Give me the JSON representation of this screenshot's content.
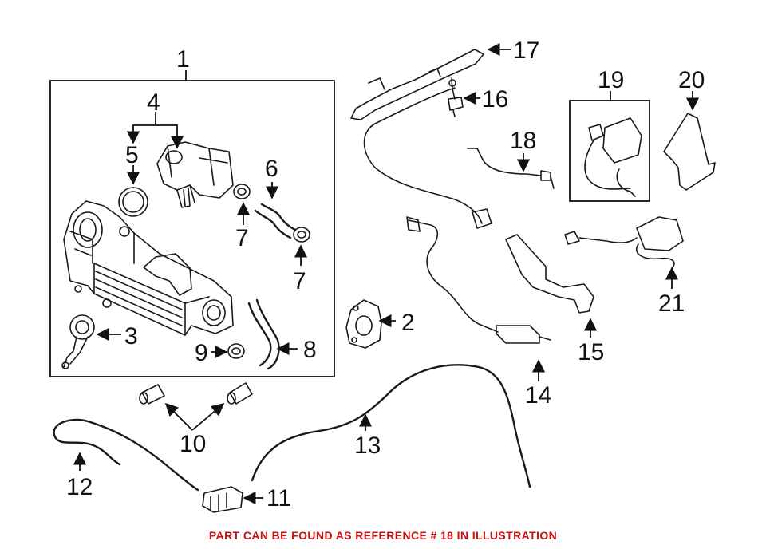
{
  "diagram": {
    "callouts": {
      "c1": "1",
      "c2": "2",
      "c3": "3",
      "c4": "4",
      "c5": "5",
      "c6": "6",
      "c7a": "7",
      "c7b": "7",
      "c8": "8",
      "c9": "9",
      "c10": "10",
      "c11": "11",
      "c12": "12",
      "c13": "13",
      "c14": "14",
      "c15": "15",
      "c16": "16",
      "c17": "17",
      "c18": "18",
      "c19": "19",
      "c20": "20",
      "c21": "21"
    }
  },
  "footer": {
    "note": "PART CAN BE FOUND AS REFERENCE # 18 IN ILLUSTRATION",
    "note_color": "#cc1111"
  }
}
